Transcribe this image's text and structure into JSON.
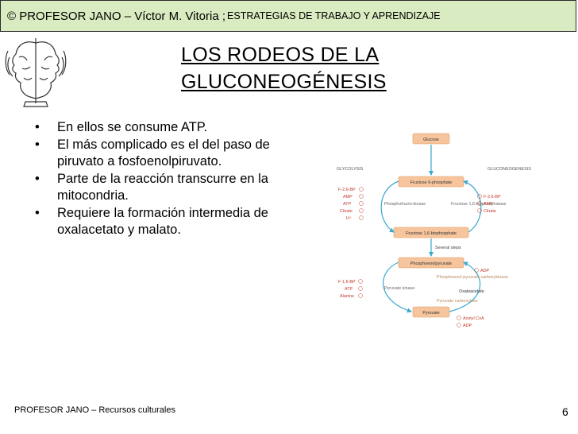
{
  "header": {
    "main": "© PROFESOR JANO – Víctor M. Vitoria ; ",
    "section": "ESTRATEGIAS DE TRABAJO Y APRENDIZAJE"
  },
  "title": {
    "line1": "LOS RODEOS DE LA",
    "line2": "GLUCONEOGÉNESIS"
  },
  "bullets": [
    "En ellos se consume ATP.",
    "El más complicado es el del paso de piruvato a fosfoenolpiruvato.",
    "Parte de la reacción transcurre en la mitocondria.",
    "Requiere la formación intermedia de oxalacetato y malato."
  ],
  "figure": {
    "glucose": "Glucose",
    "glycolysis": "GLYCOLYSIS",
    "gluconeogenesis": "GLUCONEOGENESIS",
    "f6p": "Fructose 6-phosphate",
    "f16bp": "Fructose 1,6-bisphosphate",
    "pfk": "Phosphofructo-kinase",
    "fbpase": "Fructose 1,6-bisphosphatase",
    "several_steps": "Several steps",
    "pep": "Phosphoenolpyruvate",
    "pyruvate": "Pyruvate",
    "pyruvate_kinase": "Pyruvate kinase",
    "pepck": "Phosphoenol-pyruvate carboxykinase",
    "pyruvate_carboxylase": "Pyruvate carboxylase",
    "oxaloacetate": "Oxaloacetate",
    "left_reg_top": [
      "F-2,6-BP",
      "AMP",
      "ATP",
      "Citrate",
      "H⁺"
    ],
    "right_reg_top": [
      "F-2,6-BP",
      "AMP",
      "Citrate"
    ],
    "left_reg_bottom": [
      "F-1,6-BP",
      "ATP",
      "Alanine"
    ],
    "right_reg_bottom_top": [
      "ADP"
    ],
    "right_reg_bottom": [
      "Acetyl CoA",
      "ADP"
    ]
  },
  "footer": {
    "left": "PROFESOR JANO – Recursos culturales",
    "page": "6"
  }
}
